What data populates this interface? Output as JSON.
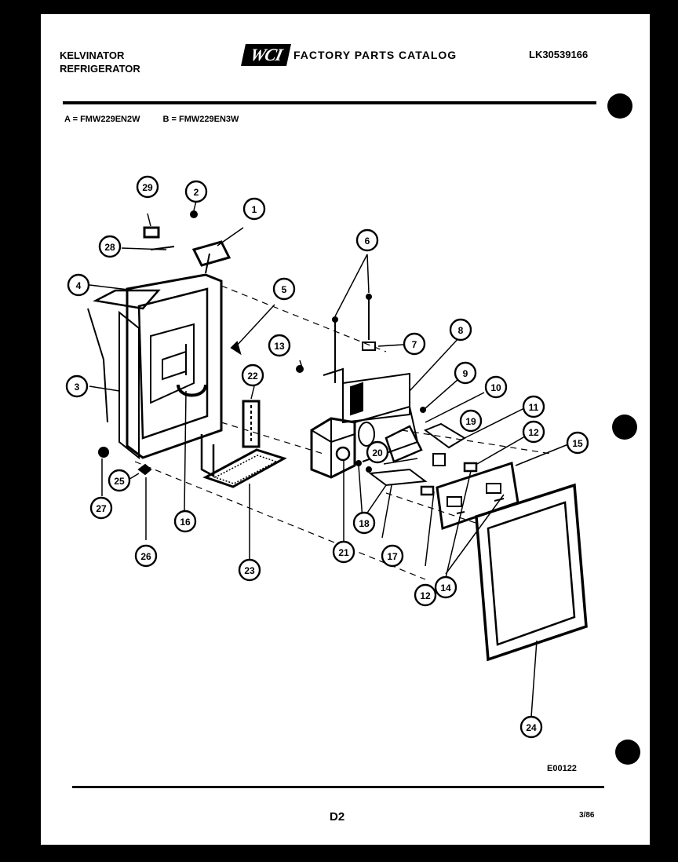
{
  "header": {
    "brand_line1": "KELVINATOR",
    "brand_line2": "REFRIGERATOR",
    "logo_text": "WCI",
    "catalog_title": "FACTORY PARTS CATALOG",
    "catalog_number": "LK30539166"
  },
  "models": {
    "a": "A = FMW229EN2W",
    "b": "B = FMW229EN3W"
  },
  "diagram": {
    "callouts": [
      "1",
      "2",
      "3",
      "4",
      "5",
      "6",
      "7",
      "8",
      "9",
      "10",
      "11",
      "12",
      "12",
      "13",
      "14",
      "15",
      "16",
      "17",
      "18",
      "19",
      "20",
      "21",
      "22",
      "23",
      "24",
      "25",
      "26",
      "27",
      "28",
      "29"
    ],
    "figure_code": "E00122"
  },
  "footer": {
    "page": "D2",
    "date": "3/86"
  }
}
